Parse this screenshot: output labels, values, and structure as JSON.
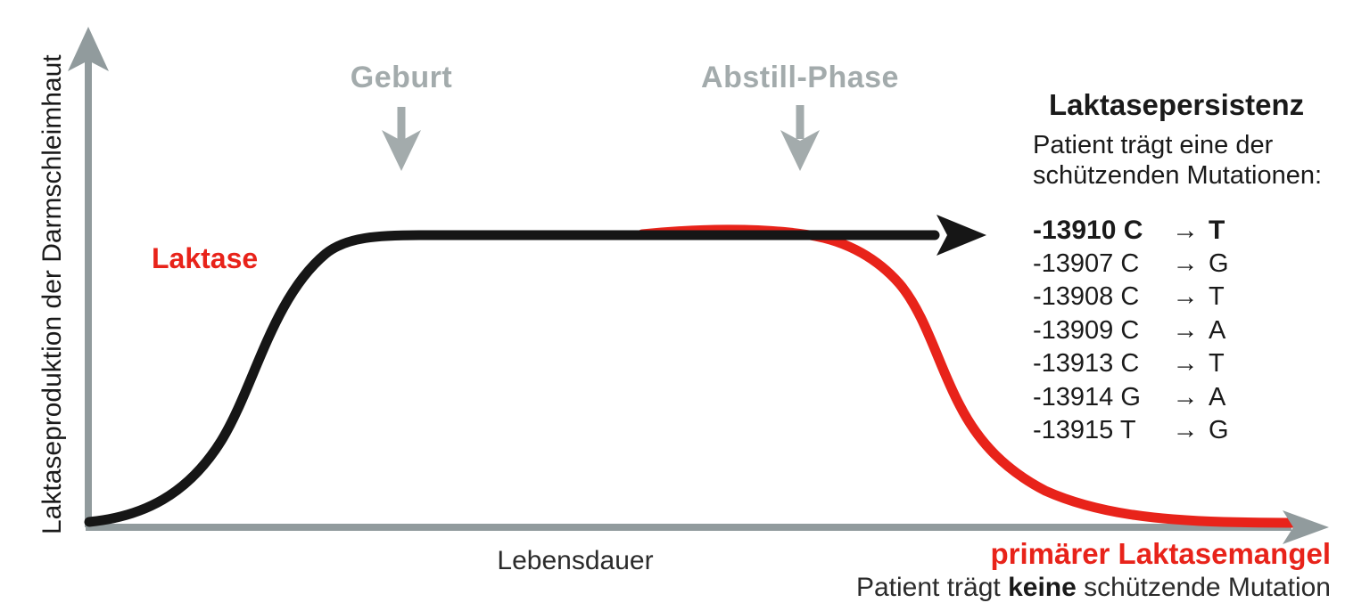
{
  "colors": {
    "curve_black": "#161616",
    "curve_red": "#e8231a",
    "axis_gray": "#919b9d",
    "annotation_gray": "#a3abac"
  },
  "y_axis": {
    "label": "Laktaseproduktion der Darmschleimhaut"
  },
  "x_axis": {
    "label": "Lebensdauer"
  },
  "annotations": {
    "birth": "Geburt",
    "weaning": "Abstill-Phase",
    "curve_label": "Laktase"
  },
  "persistence": {
    "title": "Laktasepersistenz",
    "subtitle_line1": "Patient trägt eine der",
    "subtitle_line2": "schützenden Mutationen:",
    "arrow_glyph": "→",
    "mutations": [
      {
        "locus": "-13910 C",
        "result": "T"
      },
      {
        "locus": "-13907 C",
        "result": "G"
      },
      {
        "locus": "-13908 C",
        "result": "T"
      },
      {
        "locus": "-13909 C",
        "result": "A"
      },
      {
        "locus": "-13913 C",
        "result": "T"
      },
      {
        "locus": "-13914 G",
        "result": "A"
      },
      {
        "locus": "-13915 T",
        "result": "G"
      }
    ]
  },
  "deficiency": {
    "title": "primärer Laktasemangel",
    "subtitle_prefix": "Patient trägt ",
    "subtitle_bold": "keine",
    "subtitle_suffix": " schützende Mutation"
  },
  "chart_data": {
    "type": "line",
    "title": "",
    "xlabel": "Lebensdauer",
    "ylabel": "Laktaseproduktion der Darmschleimhaut",
    "x_unit": "relative lifespan (%)",
    "y_unit": "relative lactase production (%)",
    "ylim": [
      0,
      100
    ],
    "xlim": [
      0,
      100
    ],
    "grid": false,
    "legend_position": "inline-labels",
    "annotations": [
      {
        "label": "Geburt",
        "x": 25
      },
      {
        "label": "Abstill-Phase",
        "x": 58
      }
    ],
    "series": [
      {
        "name": "Laktasepersistenz",
        "color": "#161616",
        "style": "solid, ends in arrow (continues for life)",
        "x": [
          0,
          4,
          8,
          12,
          16,
          20,
          25,
          30,
          40,
          50,
          60,
          70,
          73
        ],
        "y": [
          1,
          3,
          7,
          15,
          35,
          65,
          90,
          100,
          100,
          100,
          100,
          100,
          100
        ]
      },
      {
        "name": "primärer Laktasemangel",
        "color": "#e8231a",
        "style": "solid, declines after weaning",
        "x": [
          0,
          4,
          8,
          12,
          16,
          20,
          25,
          30,
          40,
          50,
          60,
          63,
          66,
          70,
          74,
          78,
          85,
          92,
          100
        ],
        "y": [
          1,
          3,
          7,
          15,
          35,
          65,
          90,
          100,
          100,
          100,
          100,
          98,
          90,
          72,
          45,
          25,
          9,
          4,
          2
        ]
      }
    ]
  }
}
